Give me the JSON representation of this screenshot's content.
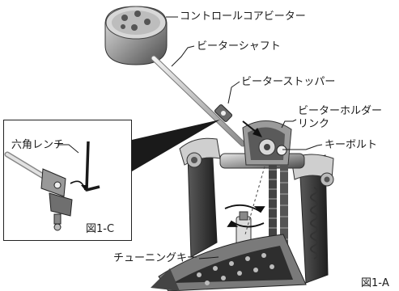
{
  "labels": {
    "control_core_beater": "コントロールコアビーター",
    "beater_shaft": "ビーターシャフト",
    "beater_stopper": "ビーターストッパー",
    "beater_holder_link_line1": "ビーターホルダー",
    "beater_holder_link_line2": "リンク",
    "key_bolt": "キーボルト",
    "hex_wrench": "六角レンチ",
    "tuning_key": "チューニングキー"
  },
  "figures": {
    "inset": "図1-C",
    "main": "図1-A"
  },
  "colors": {
    "metal_dark": "#3a3a3a",
    "metal_mid": "#8a8a8a",
    "metal_light": "#c8c8c8",
    "line": "#1a1a1a"
  }
}
